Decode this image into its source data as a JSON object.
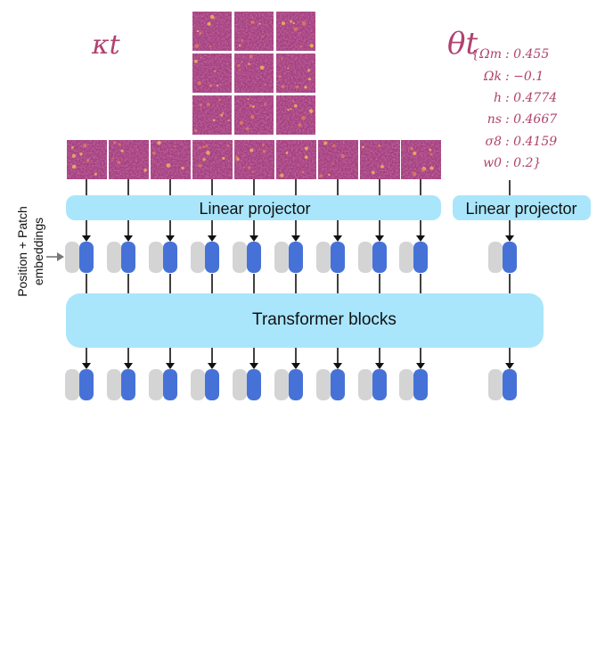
{
  "kappa_label": "κt",
  "theta_label": "θt",
  "params": [
    {
      "name": "{Ωm",
      "value": ": 0.455"
    },
    {
      "name": "Ωk",
      "value": ": −0.1"
    },
    {
      "name": "h",
      "value": ": 0.4774"
    },
    {
      "name": "ns",
      "value": ": 0.4667"
    },
    {
      "name": "σ8",
      "value": ": 0.4159"
    },
    {
      "name": "w0",
      "value": ": 0.2}"
    }
  ],
  "linear_projector_left": "Linear projector",
  "linear_projector_right": "Linear projector",
  "transformer_label": "Transformer blocks",
  "embedding_label_line1": "Position + Patch",
  "embedding_label_line2": "embeddings",
  "colors": {
    "projector": "#a9e6fb",
    "token_gray": "#d4d4d4",
    "token_blue": "#4672d8",
    "tile_base": "#a43e7c",
    "param_text": "#b0426d"
  }
}
